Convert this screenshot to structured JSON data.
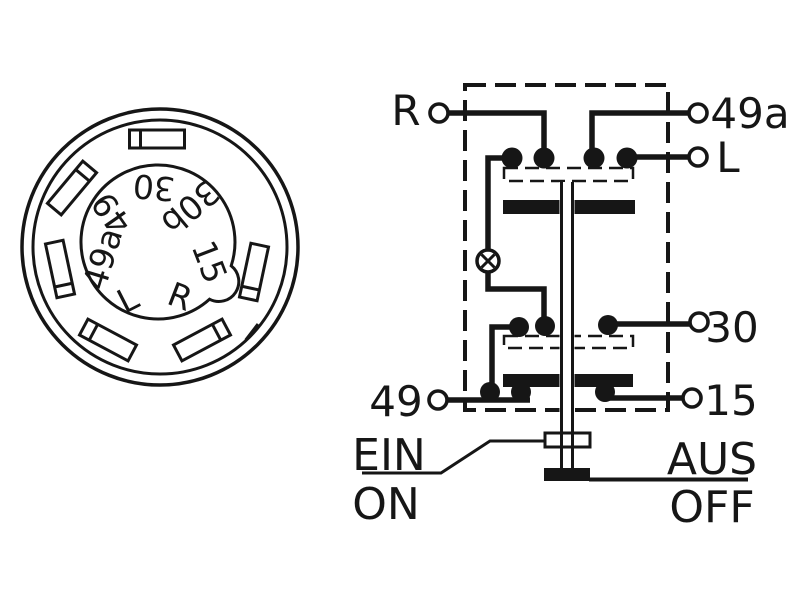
{
  "diagram_type": "turn-signal-switch wiring diagram",
  "colors": {
    "ink": "#161616",
    "background": "#ffffff"
  },
  "connector": {
    "labels": [
      {
        "text": "30"
      },
      {
        "text": "30b"
      },
      {
        "text": "15"
      },
      {
        "text": "R"
      },
      {
        "text": "L"
      },
      {
        "text": "49a"
      },
      {
        "text": "49"
      }
    ]
  },
  "schematic": {
    "terminals": [
      {
        "label": "R"
      },
      {
        "label": "49a"
      },
      {
        "label": "L"
      },
      {
        "label": "30"
      },
      {
        "label": "15"
      },
      {
        "label": "49"
      }
    ],
    "positions": {
      "ein": "EIN",
      "on": "ON",
      "aus": "AUS",
      "off": "OFF"
    }
  }
}
